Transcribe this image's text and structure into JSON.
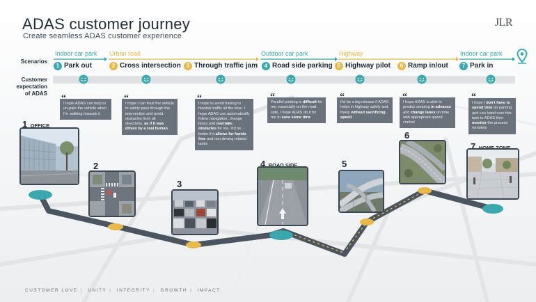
{
  "header": {
    "title": "ADAS customer journey",
    "subtitle": "Create seamless ADAS customer experience",
    "logo": "JLR"
  },
  "row_labels": {
    "scenarios": "Scenarios",
    "expectation": [
      "Customer",
      "expectation",
      "of ADAS"
    ]
  },
  "categories": [
    {
      "label": "Indoor car park",
      "color": "#3aa8ad"
    },
    {
      "label": "Urban road",
      "color": "#e8b94a"
    },
    {
      "label": "Outdoor car park",
      "color": "#3aa8ad"
    },
    {
      "label": "Highway",
      "color": "#e8b94a"
    },
    {
      "label": "Indoor car park",
      "color": "#3aa8ad"
    }
  ],
  "scenarios": [
    {
      "num": "1",
      "name": "Park out"
    },
    {
      "num": "2",
      "name": "Cross intersection"
    },
    {
      "num": "3",
      "name": "Through traffic jam"
    },
    {
      "num": "4",
      "name": "Road side parking"
    },
    {
      "num": "5",
      "name": "Highway pilot"
    },
    {
      "num": "6",
      "name": "Ramp in/out"
    },
    {
      "num": "7",
      "name": "Park in"
    }
  ],
  "quotes": [
    {
      "parts": [
        [
          "I hope ADAS can help to un-park the vehicle when I'm walking towards it",
          false
        ]
      ]
    },
    {
      "parts": [
        [
          "I hope I can trust the vehicle to safely pass through the intersection and avoid obstacles from all directions, ",
          false
        ],
        [
          "as if it was driven by a real human",
          true
        ]
      ]
    },
    {
      "parts": [
        [
          "I hope to avoid having to monitor traffic all the time. I hope ADAS can automatically follow navigation, change lanes and ",
          false
        ],
        [
          "overtake obstacles",
          true
        ],
        [
          " for me. It'd be better if it ",
          false
        ],
        [
          "allows for hands free",
          true
        ],
        [
          " and non-driving related tasks",
          false
        ]
      ]
    },
    {
      "parts": [
        [
          "Parallel parking is ",
          false
        ],
        [
          "difficult",
          true
        ],
        [
          " for me, especially on the road side, I hope ADAS do it for me to ",
          false
        ],
        [
          "save some time",
          true
        ]
      ]
    },
    {
      "parts": [
        [
          "It'd be a big release if ADAS helps in highway safely and freely ",
          false
        ],
        [
          "without sacrificing speed",
          true
        ]
      ]
    },
    {
      "parts": [
        [
          "I hope ADAS is able to predict ramping ",
          false
        ],
        [
          "in advance",
          true
        ],
        [
          " and ",
          false
        ],
        [
          "change lanes",
          true
        ],
        [
          " on time with appropriate speed control",
          false
        ]
      ]
    },
    {
      "parts": [
        [
          "I hope I ",
          false
        ],
        [
          "don't have to spend time",
          true
        ],
        [
          " on parking and can hand over this task to ADAS then ",
          false
        ],
        [
          "monitor",
          true
        ],
        [
          " the process remotely",
          false
        ]
      ]
    }
  ],
  "locations": [
    {
      "num": "1",
      "text": "OFFICE"
    },
    {
      "num": "2",
      "text": ""
    },
    {
      "num": "3",
      "text": ""
    },
    {
      "num": "4",
      "text": "ROAD SIDE"
    },
    {
      "num": "5",
      "text": ""
    },
    {
      "num": "6",
      "text": ""
    },
    {
      "num": "7",
      "text": "HOME ZONE"
    }
  ],
  "footer": [
    "CUSTOMER LOVE",
    "UNITY",
    "INTEGRITY",
    "GROWTH",
    "IMPACT"
  ],
  "colors": {
    "teal": "#3aa8ad",
    "yellow": "#e8b94a",
    "road": "#4a5560",
    "quote_bg": "#5d6670",
    "highlight": "#ffffff",
    "quote_text": "#f2f2f2"
  },
  "icons": [
    "smiley-face-icon",
    "location-pin-icon",
    "quote-mark-icon",
    "arrow-icon"
  ]
}
